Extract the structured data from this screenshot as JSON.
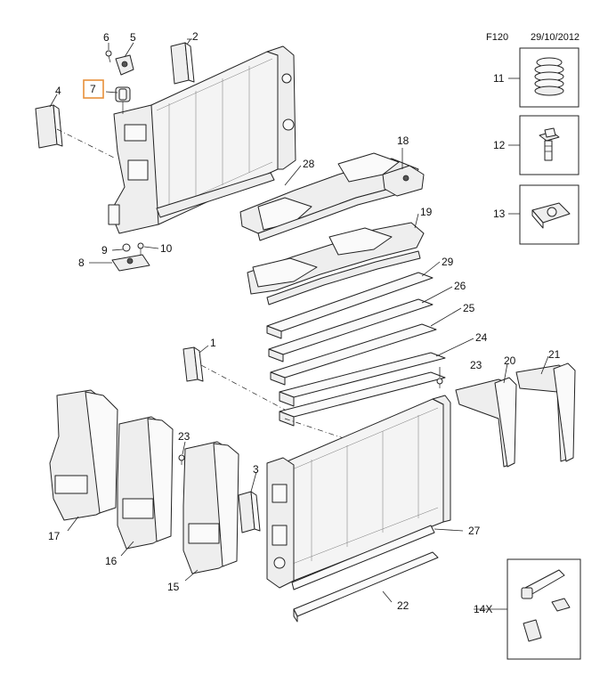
{
  "header": {
    "code": "F120",
    "date": "29/10/2012"
  },
  "highlighted_callout": "7",
  "callouts": [
    {
      "id": "c1",
      "label": "1"
    },
    {
      "id": "c2",
      "label": "2"
    },
    {
      "id": "c3",
      "label": "3"
    },
    {
      "id": "c4",
      "label": "4"
    },
    {
      "id": "c5",
      "label": "5"
    },
    {
      "id": "c6",
      "label": "6"
    },
    {
      "id": "c7",
      "label": "7"
    },
    {
      "id": "c8",
      "label": "8"
    },
    {
      "id": "c9",
      "label": "9"
    },
    {
      "id": "c10",
      "label": "10"
    },
    {
      "id": "c11",
      "label": "11"
    },
    {
      "id": "c12",
      "label": "12"
    },
    {
      "id": "c13",
      "label": "13"
    },
    {
      "id": "c14",
      "label": "14X"
    },
    {
      "id": "c15",
      "label": "15"
    },
    {
      "id": "c16",
      "label": "16"
    },
    {
      "id": "c17",
      "label": "17"
    },
    {
      "id": "c18",
      "label": "18"
    },
    {
      "id": "c19",
      "label": "19"
    },
    {
      "id": "c20",
      "label": "20"
    },
    {
      "id": "c21",
      "label": "21"
    },
    {
      "id": "c22",
      "label": "22"
    },
    {
      "id": "c23a",
      "label": "23"
    },
    {
      "id": "c23b",
      "label": "23"
    },
    {
      "id": "c24",
      "label": "24"
    },
    {
      "id": "c25",
      "label": "25"
    },
    {
      "id": "c26",
      "label": "26"
    },
    {
      "id": "c27",
      "label": "27"
    },
    {
      "id": "c28",
      "label": "28"
    },
    {
      "id": "c29",
      "label": "29"
    }
  ]
}
